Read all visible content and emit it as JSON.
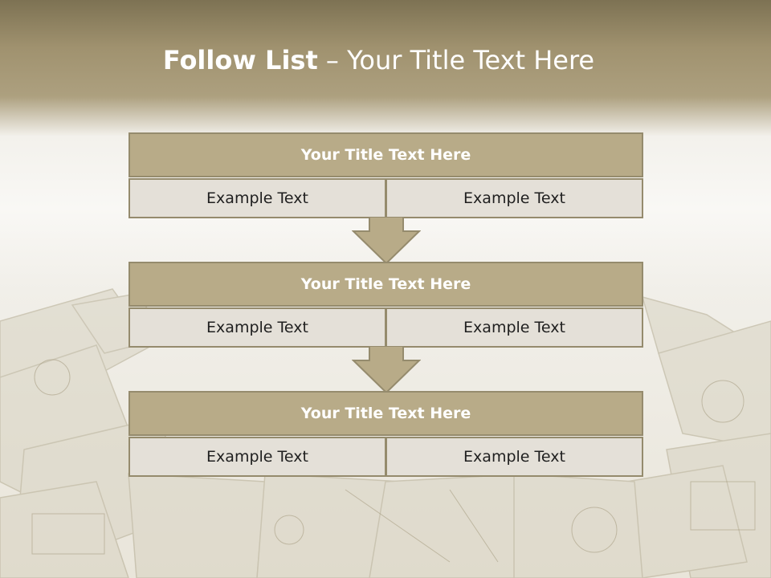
{
  "slide": {
    "title_bold": "Follow List",
    "title_rest": "– Your Title Text Here",
    "blocks": [
      {
        "title": "Your Title Text Here",
        "left": "Example Text",
        "right": "Example Text"
      },
      {
        "title": "Your Title Text Here",
        "left": "Example Text",
        "right": "Example Text"
      },
      {
        "title": "Your Title Text Here",
        "left": "Example Text",
        "right": "Example Text"
      }
    ]
  },
  "colors": {
    "header_band": "#a0926f",
    "block_title_fill": "#b8ab88",
    "block_border": "#958b6d",
    "cell_fill": "#e4e0d8",
    "arrow_fill": "#b8ab88"
  },
  "background": {
    "image": "dollar-bills-photo"
  }
}
